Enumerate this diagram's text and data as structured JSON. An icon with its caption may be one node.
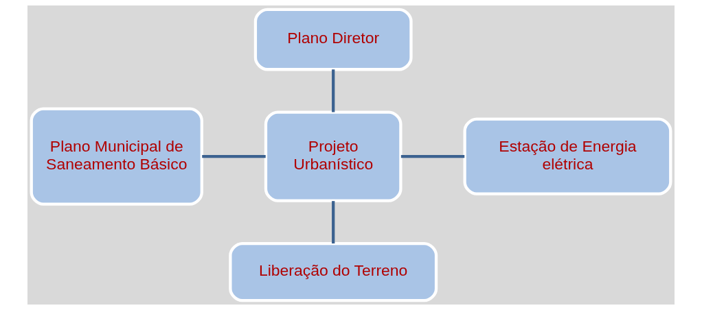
{
  "diagram": {
    "nodes": [
      {
        "text": [
          "Plano Diretor"
        ]
      },
      {
        "text": [
          "Plano Municipal de Saneamento Básico"
        ]
      },
      {
        "text": [
          "Projeto Urbanístico"
        ]
      },
      {
        "text": [
          "Estação de Energia elétrica"
        ]
      },
      {
        "text": [
          "Liberação do Terreno"
        ]
      }
    ],
    "edges": [
      {
        "from": 0,
        "to": 2,
        "arrow": "none"
      },
      {
        "from": 1,
        "to": 2,
        "arrow": "none"
      },
      {
        "from": 2,
        "to": 3,
        "arrow": "none"
      },
      {
        "from": 2,
        "to": 4,
        "arrow": "none"
      }
    ]
  }
}
